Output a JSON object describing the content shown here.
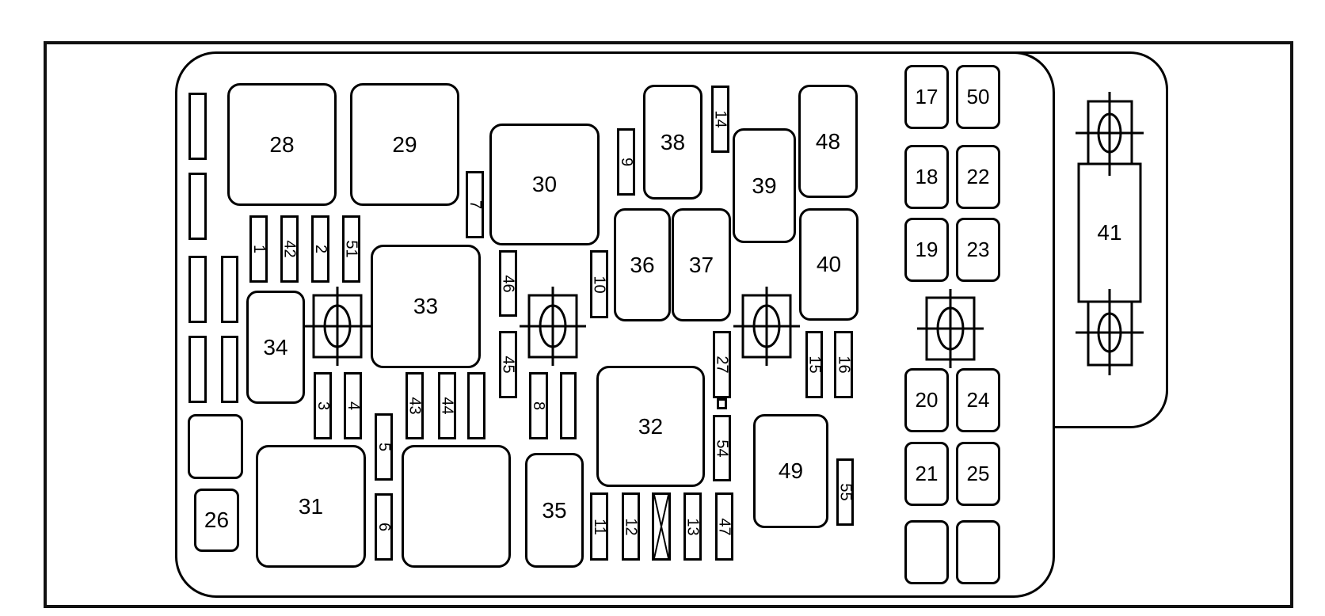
{
  "relays": {
    "r26": "26",
    "r28": "28",
    "r29": "29",
    "r30": "30",
    "r31": "31",
    "r32": "32",
    "r33": "33",
    "r34": "34",
    "r35": "35",
    "r36": "36",
    "r37": "37",
    "r38": "38",
    "r39": "39",
    "r40": "40",
    "r48": "48",
    "r49": "49"
  },
  "fusible_link": {
    "label": "41"
  },
  "mini_fuses": {
    "m17": "17",
    "m50": "50",
    "m18": "18",
    "m22": "22",
    "m19": "19",
    "m23": "23",
    "m20": "20",
    "m24": "24",
    "m21": "21",
    "m25": "25"
  },
  "fuses": {
    "f1": "1",
    "f2": "2",
    "f3": "3",
    "f4": "4",
    "f5": "5",
    "f6": "6",
    "f7": "7",
    "f8": "8",
    "f9": "9",
    "f10": "10",
    "f11": "11",
    "f12": "12",
    "f13": "13",
    "f14": "14",
    "f15": "15",
    "f16": "16",
    "f27": "27",
    "f42": "42",
    "f43": "43",
    "f44": "44",
    "f45": "45",
    "f46": "46",
    "f47": "47",
    "f51": "51",
    "f54": "54",
    "f55": "55"
  }
}
